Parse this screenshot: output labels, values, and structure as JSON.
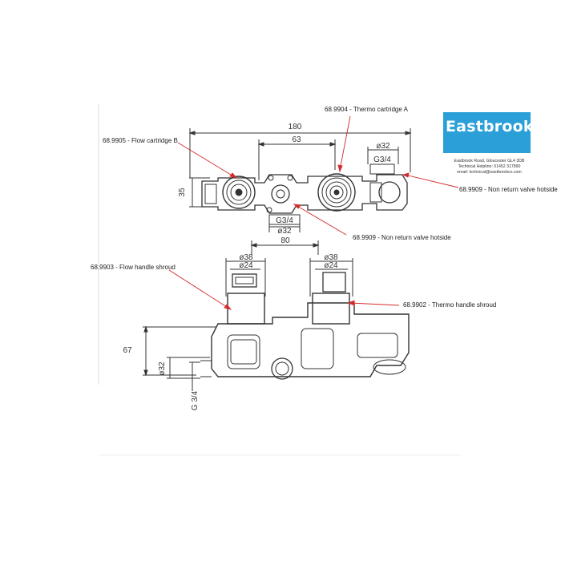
{
  "brand": {
    "name": "Eastbrook",
    "color": "#2a9fd8",
    "address": "Eastbrook Road, Gloucester GL4 3DB",
    "helpline": "Technical Helpline: 01452 317890",
    "email": "email: technical@eastbrookco.com"
  },
  "callouts": {
    "thermo_cartridge_a": "68.9904 - Thermo cartridge A",
    "flow_cartridge_b": "68.9905 - Flow cartridge B",
    "non_return_right": "68.9909 - Non return valve hotside",
    "non_return_center": "68.9909 - Non return valve hotside",
    "flow_handle_shroud": "68.9903 - Flow handle shroud",
    "thermo_handle_shroud": "68.9902 - Thermo handle shroud"
  },
  "dimensions": {
    "overall_width": "180",
    "inner_width": "63",
    "outlet_dia_top": "ø32",
    "outlet_thread_top": "G3/4",
    "height_left": "35",
    "inlet_thread_bottom": "G3/4",
    "inlet_dia_bottom": "ø32",
    "center_spacing": "80",
    "left_outer_dia": "ø38",
    "left_inner_dia": "ø24",
    "right_outer_dia": "ø38",
    "right_inner_dia": "ø24",
    "body_height": "67",
    "side_dia": "ø32",
    "side_thread": "G 3/4"
  },
  "colors": {
    "arrow": "#d42a2a",
    "line": "#333333"
  }
}
